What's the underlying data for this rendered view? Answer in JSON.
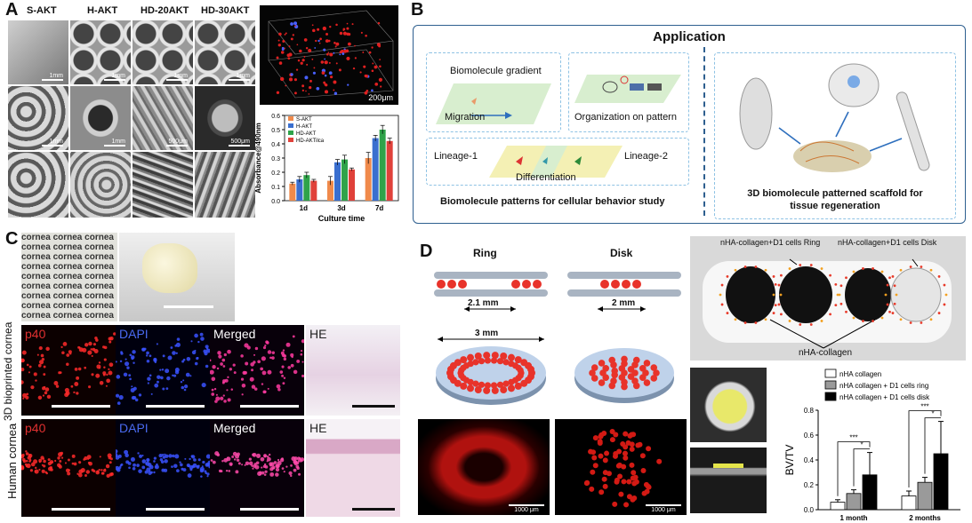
{
  "panels": {
    "A": {
      "letter": "A",
      "columns": [
        "S-AKT",
        "H-AKT",
        "HD-20AKT",
        "HD-30AKT"
      ],
      "scale_row1": [
        "1mm",
        "1mm",
        "1mm",
        "1mm"
      ],
      "scale_row2": [
        "1mm",
        "1mm",
        "500μm",
        "500μm"
      ],
      "confocal_scale": "200μm"
    },
    "B": {
      "letter": "B",
      "title": "Application",
      "biomolecule_gradient": "Biomolecule gradient",
      "migration": "Migration",
      "organization": "Organization on pattern",
      "lineage1": "Lineage-1",
      "lineage2": "Lineage-2",
      "differentiation": "Differentiation",
      "left_caption": "Biomolecule patterns for cellular behavior study",
      "right_caption_1": "3D biomolecule patterned scaffold for",
      "right_caption_2": "tissue regeneration"
    },
    "C": {
      "letter": "C",
      "cornea_word": "cornea",
      "stains": [
        "p40",
        "DAPI",
        "Merged",
        "HE"
      ],
      "row_labels": [
        "3D bioprinted cornea",
        "Human cornea"
      ]
    },
    "D": {
      "letter": "D",
      "ring": "Ring",
      "disk": "Disk",
      "ring_inner": "2.1 mm",
      "ring_outer": "3 mm",
      "disk_dim": "2 mm",
      "scale": "1000 μm",
      "ct_label_ring": "nHA-collagen+D1 cells Ring",
      "ct_label_disk": "nHA-collagen+D1 cells Disk",
      "ct_label_nha": "nHA-collagen"
    }
  },
  "colors": {
    "panelB_border": "#2e5f8f",
    "dashed_box": "#8ec2e4",
    "s_akt": "#f08a4b",
    "h_akt": "#3a6fcf",
    "hd_akt": "#2fa34a",
    "hd_akt_ilca": "#e0413a"
  },
  "chart_data": [
    {
      "type": "bar",
      "title": "",
      "xlabel": "Culture time",
      "ylabel": "Absorbance@490nm",
      "categories": [
        "1d",
        "3d",
        "7d"
      ],
      "ylim": [
        0,
        0.6
      ],
      "yticks": [
        "0.0",
        "0.1",
        "0.2",
        "0.3",
        "0.4",
        "0.5",
        "0.6"
      ],
      "series": [
        {
          "name": "S-AKT",
          "values": [
            0.12,
            0.14,
            0.3
          ],
          "errors": [
            0.01,
            0.03,
            0.04
          ],
          "color": "#f08a4b"
        },
        {
          "name": "H-AKT",
          "values": [
            0.15,
            0.27,
            0.44
          ],
          "errors": [
            0.02,
            0.02,
            0.02
          ],
          "color": "#3a6fcf"
        },
        {
          "name": "HD-AKT",
          "values": [
            0.18,
            0.29,
            0.5
          ],
          "errors": [
            0.02,
            0.03,
            0.03
          ],
          "color": "#2fa34a"
        },
        {
          "name": "HD-AKTilca",
          "values": [
            0.14,
            0.22,
            0.42
          ],
          "errors": [
            0.01,
            0.01,
            0.02
          ],
          "color": "#e0413a"
        }
      ],
      "legend": "top-left"
    },
    {
      "type": "bar",
      "title": "",
      "xlabel": "",
      "ylabel": "BV/TV",
      "categories": [
        "1 month",
        "2 months"
      ],
      "ylim": [
        0,
        0.8
      ],
      "yticks": [
        "0.0",
        "0.2",
        "0.4",
        "0.6",
        "0.8"
      ],
      "series": [
        {
          "name": "nHA collagen",
          "values": [
            0.06,
            0.11
          ],
          "errors": [
            0.02,
            0.04
          ],
          "color": "#ffffff"
        },
        {
          "name": "nHA collagen + D1 cells ring",
          "values": [
            0.13,
            0.22
          ],
          "errors": [
            0.03,
            0.04
          ],
          "color": "#9a9a9a"
        },
        {
          "name": "nHA collagen + D1 cells disk",
          "values": [
            0.28,
            0.45
          ],
          "errors": [
            0.18,
            0.26
          ],
          "color": "#000000"
        }
      ],
      "significance": [
        "***",
        "*",
        "***",
        "*"
      ],
      "legend": "top-left"
    }
  ]
}
